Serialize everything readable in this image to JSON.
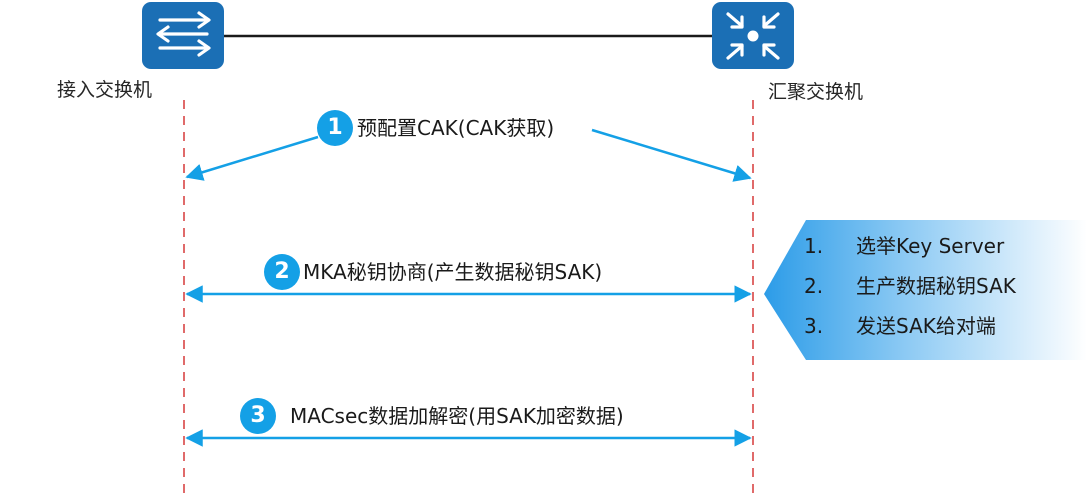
{
  "devices": {
    "access_switch_label": "接入交换机",
    "aggregation_switch_label": "汇聚交换机"
  },
  "steps": [
    {
      "number": "1",
      "label": "预配置CAK(CAK获取)"
    },
    {
      "number": "2",
      "label": "MKA秘钥协商(产生数据秘钥SAK)"
    },
    {
      "number": "3",
      "label": "MACsec数据加解密(用SAK加密数据)"
    }
  ],
  "panel": {
    "items": [
      {
        "number": "1.",
        "text": "选举Key Server"
      },
      {
        "number": "2.",
        "text": "生产数据秘钥SAK"
      },
      {
        "number": "3.",
        "text": "发送SAK给对端"
      }
    ]
  },
  "colors": {
    "device_blue": "#1b6fb5",
    "arrow_blue": "#14a0e6",
    "lifeline_red": "#e06a6a",
    "link_black": "#1a1a1a"
  }
}
